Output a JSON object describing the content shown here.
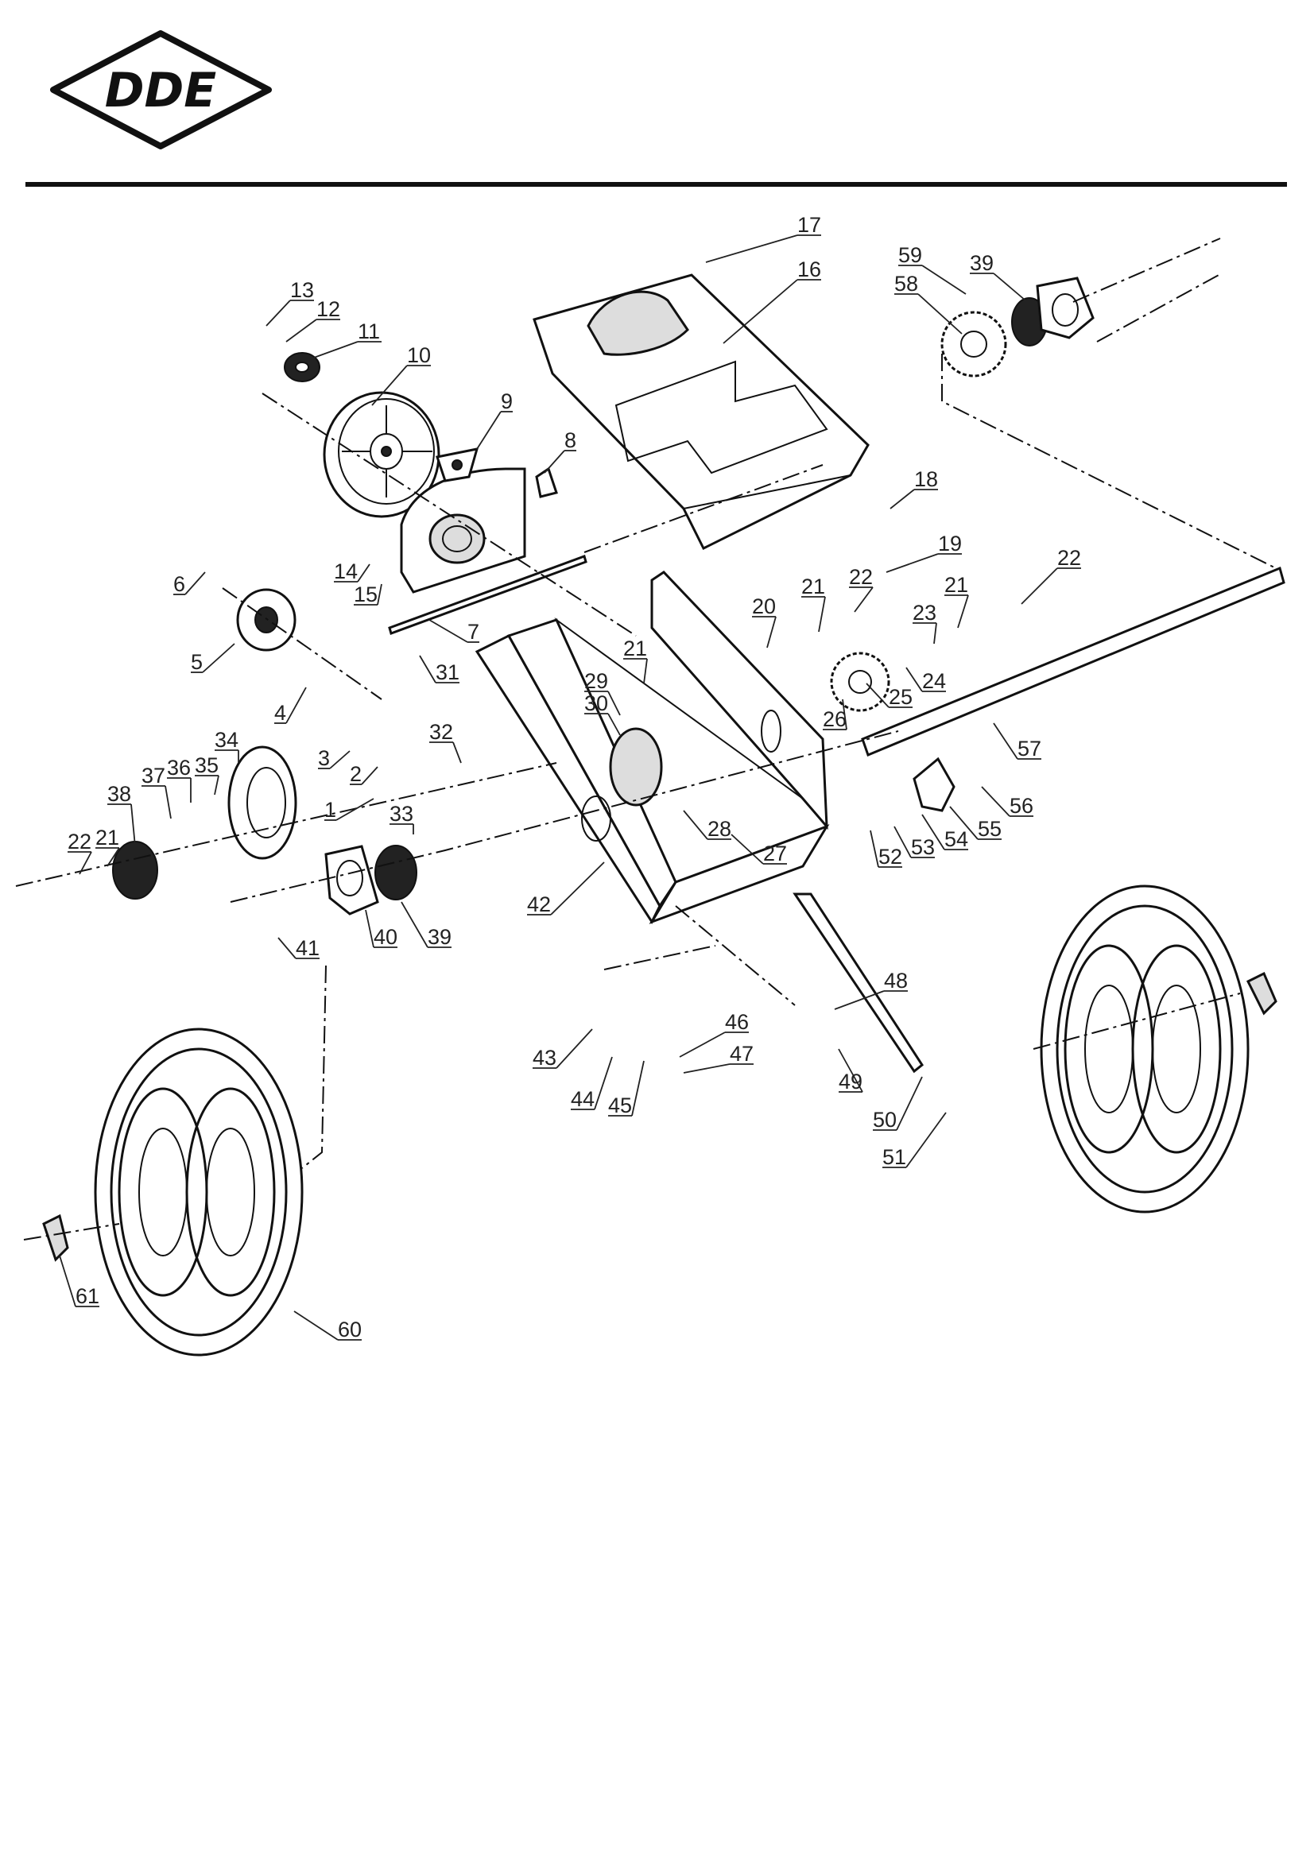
{
  "header": {
    "logo_text": "DDE"
  },
  "diagram": {
    "callouts": [
      {
        "id": "c17",
        "label": "17"
      },
      {
        "id": "c16",
        "label": "16"
      },
      {
        "id": "c59",
        "label": "59"
      },
      {
        "id": "c39a",
        "label": "39"
      },
      {
        "id": "c58",
        "label": "58"
      },
      {
        "id": "c13",
        "label": "13"
      },
      {
        "id": "c12",
        "label": "12"
      },
      {
        "id": "c11",
        "label": "11"
      },
      {
        "id": "c10",
        "label": "10"
      },
      {
        "id": "c9",
        "label": "9"
      },
      {
        "id": "c8",
        "label": "8"
      },
      {
        "id": "c18",
        "label": "18"
      },
      {
        "id": "c19",
        "label": "19"
      },
      {
        "id": "c22a",
        "label": "22"
      },
      {
        "id": "c22b",
        "label": "22"
      },
      {
        "id": "c21a",
        "label": "21"
      },
      {
        "id": "c21b",
        "label": "21"
      },
      {
        "id": "c14",
        "label": "14"
      },
      {
        "id": "c15",
        "label": "15"
      },
      {
        "id": "c6",
        "label": "6"
      },
      {
        "id": "c20",
        "label": "20"
      },
      {
        "id": "c23",
        "label": "23"
      },
      {
        "id": "c7",
        "label": "7"
      },
      {
        "id": "c21c",
        "label": "21"
      },
      {
        "id": "c5",
        "label": "5"
      },
      {
        "id": "c31",
        "label": "31"
      },
      {
        "id": "c24",
        "label": "24"
      },
      {
        "id": "c29",
        "label": "29"
      },
      {
        "id": "c25",
        "label": "25"
      },
      {
        "id": "c4",
        "label": "4"
      },
      {
        "id": "c30",
        "label": "30"
      },
      {
        "id": "c26",
        "label": "26"
      },
      {
        "id": "c57",
        "label": "57"
      },
      {
        "id": "c34",
        "label": "34"
      },
      {
        "id": "c32",
        "label": "32"
      },
      {
        "id": "c3",
        "label": "3"
      },
      {
        "id": "c37",
        "label": "37"
      },
      {
        "id": "c36",
        "label": "36"
      },
      {
        "id": "c35",
        "label": "35"
      },
      {
        "id": "c2",
        "label": "2"
      },
      {
        "id": "c38",
        "label": "38"
      },
      {
        "id": "c1",
        "label": "1"
      },
      {
        "id": "c56",
        "label": "56"
      },
      {
        "id": "c33",
        "label": "33"
      },
      {
        "id": "c55",
        "label": "55"
      },
      {
        "id": "c28",
        "label": "28"
      },
      {
        "id": "c22c",
        "label": "22"
      },
      {
        "id": "c21d",
        "label": "21"
      },
      {
        "id": "c54",
        "label": "54"
      },
      {
        "id": "c53",
        "label": "53"
      },
      {
        "id": "c52",
        "label": "52"
      },
      {
        "id": "c27",
        "label": "27"
      },
      {
        "id": "c42",
        "label": "42"
      },
      {
        "id": "c40",
        "label": "40"
      },
      {
        "id": "c39b",
        "label": "39"
      },
      {
        "id": "c41",
        "label": "41"
      },
      {
        "id": "c48",
        "label": "48"
      },
      {
        "id": "c46",
        "label": "46"
      },
      {
        "id": "c43",
        "label": "43"
      },
      {
        "id": "c47",
        "label": "47"
      },
      {
        "id": "c44",
        "label": "44"
      },
      {
        "id": "c45",
        "label": "45"
      },
      {
        "id": "c49",
        "label": "49"
      },
      {
        "id": "c50",
        "label": "50"
      },
      {
        "id": "c51",
        "label": "51"
      },
      {
        "id": "c61",
        "label": "61"
      },
      {
        "id": "c60",
        "label": "60"
      }
    ]
  }
}
